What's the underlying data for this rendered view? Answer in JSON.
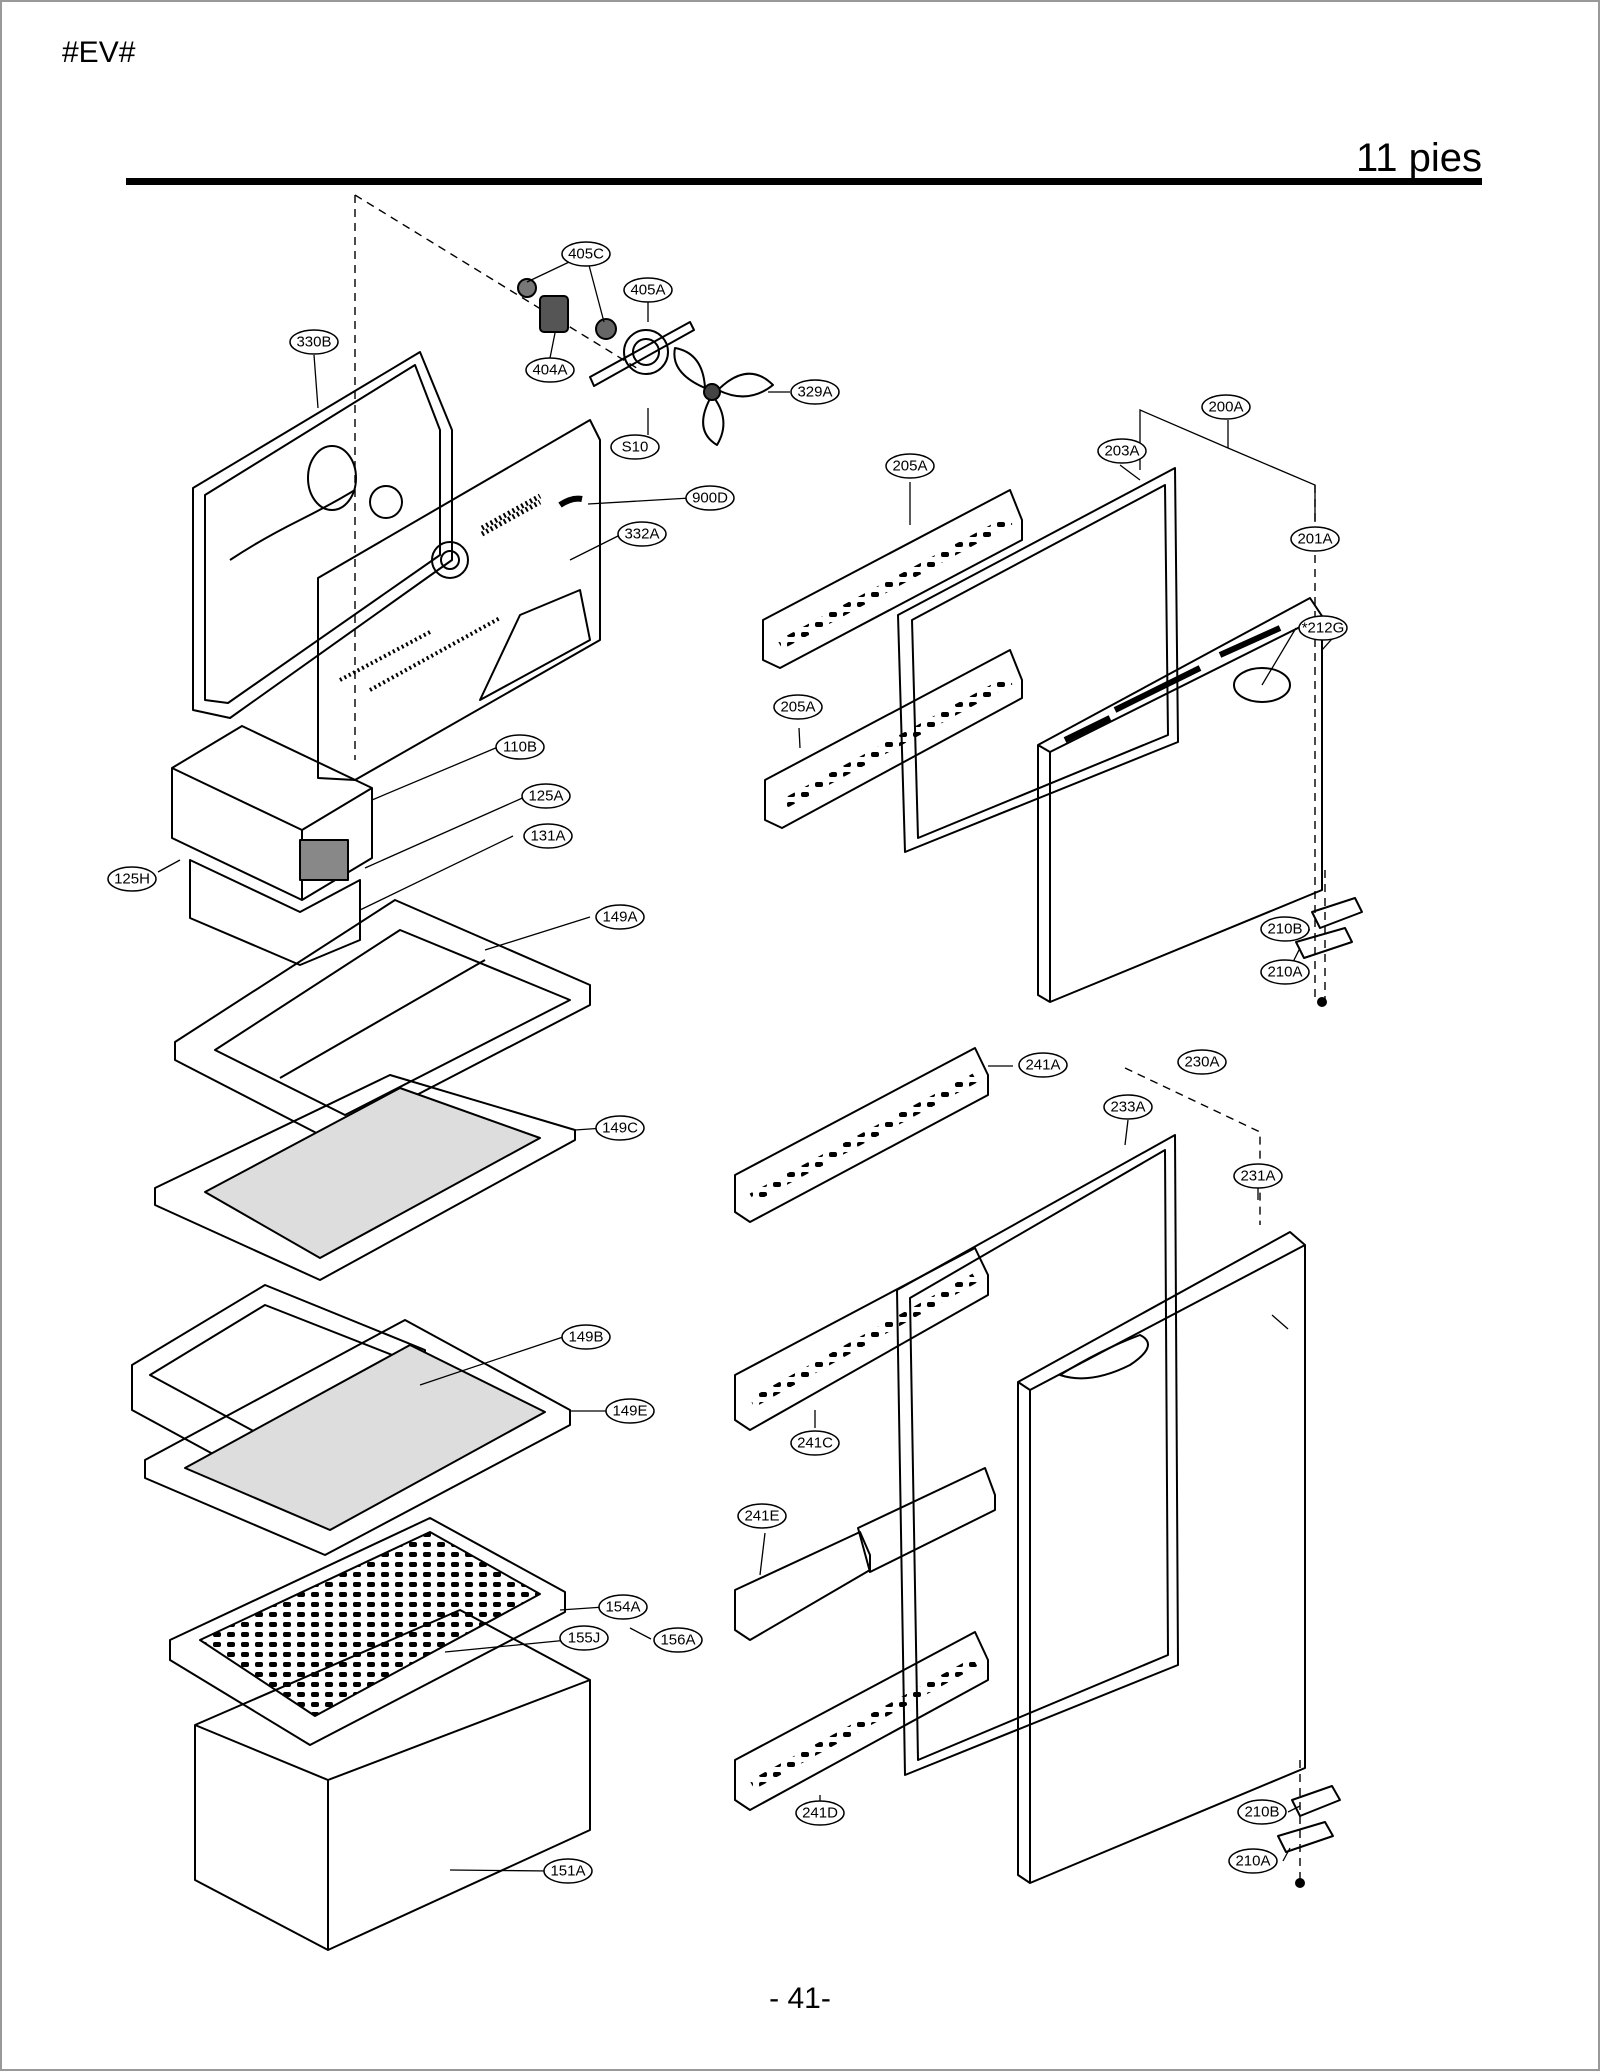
{
  "header": {
    "code": "#EV#",
    "title": "11 pies"
  },
  "footer": {
    "page_number": "- 41-"
  },
  "callouts": {
    "405C": "405C",
    "405A": "405A",
    "404A": "404A",
    "330B": "330B",
    "329A": "329A",
    "S10": "S10",
    "900D": "900D",
    "332A": "332A",
    "205A_top": "205A",
    "205A_bot": "205A",
    "203A": "203A",
    "200A": "200A",
    "201A": "201A",
    "212G": "*212G",
    "110B": "110B",
    "125A": "125A",
    "131A": "131A",
    "125H": "125H",
    "149A": "149A",
    "149C": "149C",
    "210B_top": "210B",
    "210A_top": "210A",
    "241A": "241A",
    "230A": "230A",
    "233A": "233A",
    "231A": "231A",
    "149B": "149B",
    "149E": "149E",
    "241C": "241C",
    "241E": "241E",
    "154A": "154A",
    "155J": "155J",
    "156A": "156A",
    "241D": "241D",
    "151A": "151A",
    "210B_bot": "210B",
    "210A_bot": "210A"
  }
}
